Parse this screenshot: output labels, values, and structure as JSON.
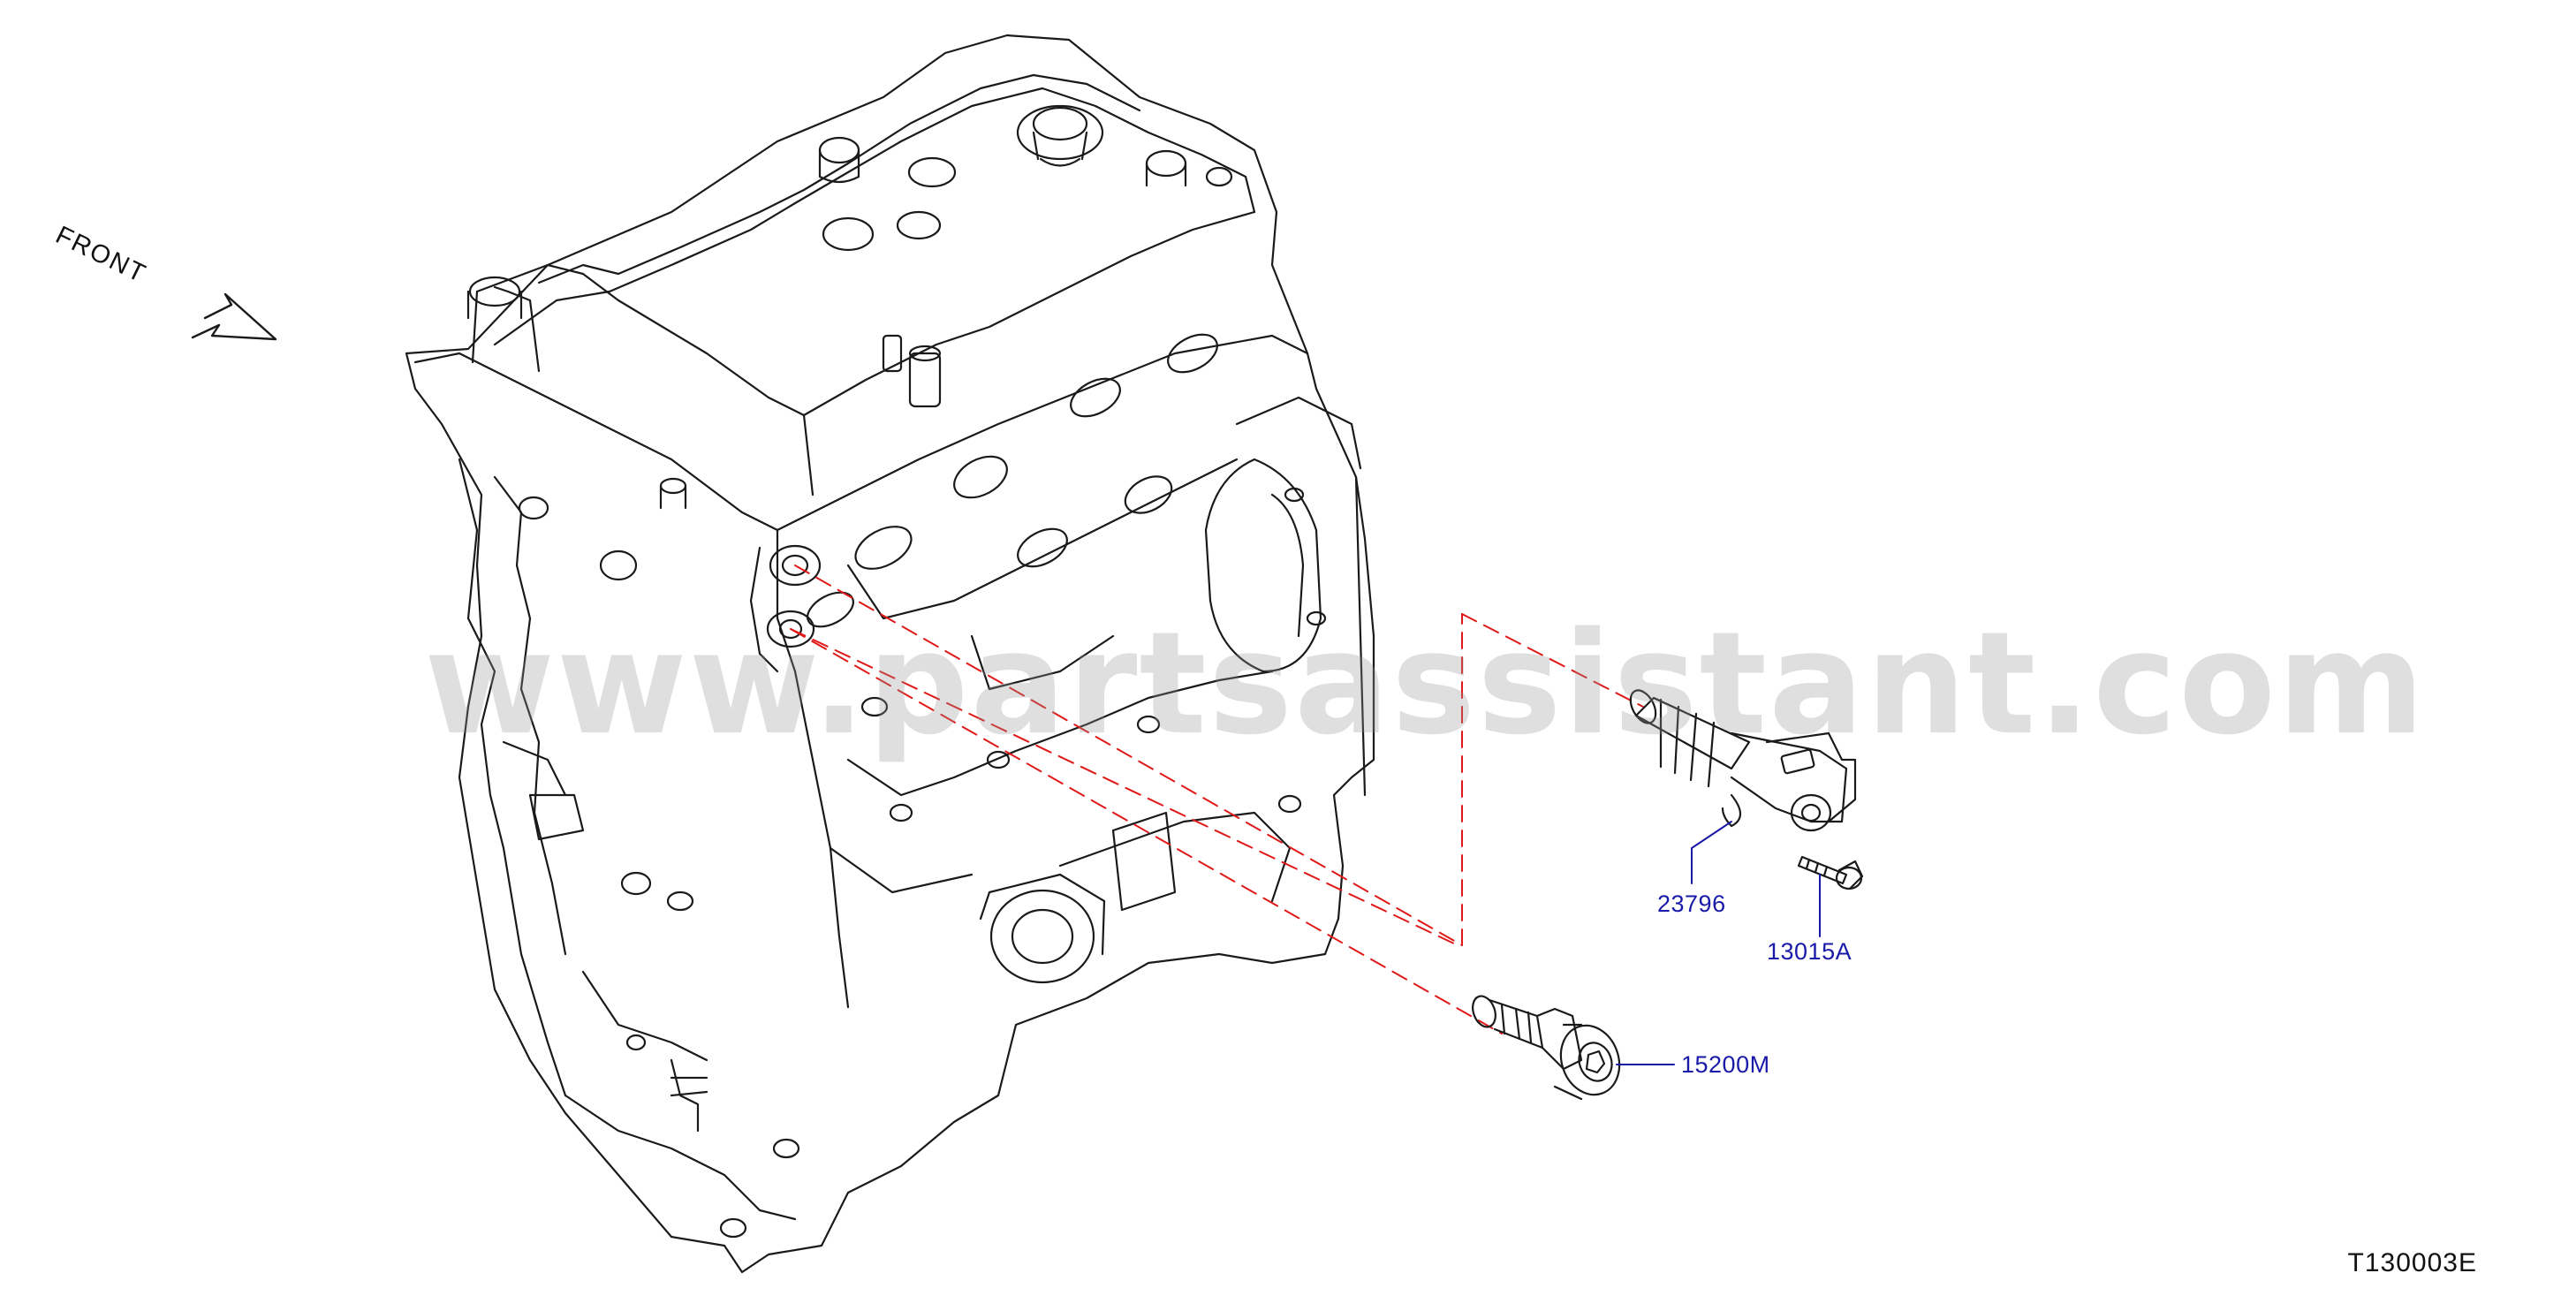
{
  "diagram": {
    "front_label": "FRONT",
    "drawing_code": "T130003E",
    "watermark": "www.partsassistant.com",
    "parts": [
      {
        "id": "23796"
      },
      {
        "id": "13015A"
      },
      {
        "id": "15200M"
      }
    ],
    "colors": {
      "line": "#1a1a1a",
      "callout": "#1a1aa8",
      "dash": "#e01818",
      "watermark": "#969696"
    }
  }
}
